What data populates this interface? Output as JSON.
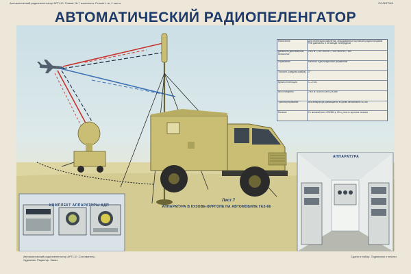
{
  "header": {
    "left_text": "Автоматический радиопеленгатор АРП-10. Плакат № 7 комплекта. Плакат 1 из 1 листа",
    "right_text": "ПОЛИГРАФ"
  },
  "title": "АВТОМАТИЧЕСКИЙ РАДИОПЕЛЕНГАТОР АРП-10",
  "spec_table": {
    "rows": [
      [
        "Назначение",
        "Для пеленгации самолётов, оборудованных бортовыми радиостанциями УКВ диапазона, и их вывода на аэродром"
      ],
      [
        "Дальность действия в км на высотах",
        "1000 м — 60; 3000 м — 100; 6000 м — 160"
      ],
      [
        "Управление",
        "Местное и дистанционное управление"
      ],
      [
        "Точность (средняя ошибка)",
        "2°"
      ],
      [
        "Время пеленгации",
        "1—2 сек"
      ],
      [
        "Вес и габариты",
        "7000 кг; 5400×2300×3200 мм"
      ],
      [
        "Транспортирование",
        "Вся аппаратура размещается в кузове автомобиля ГАЗ-66"
      ],
      [
        "Питание",
        "От внешней сети 220/380 в, 50 гц, или от агрегата питания"
      ]
    ]
  },
  "inset_components": {
    "label": "КОМПЛЕКТ АППАРАТУРЫ КДП"
  },
  "inset_equipment": {
    "label": "АППАРАТУРА"
  },
  "caption": {
    "number": "Лист 7",
    "text": "АППАРАТУРА В КУЗОВЕ-ФУРГОНЕ НА АВТОМОБИЛЕ ГАЗ-66"
  },
  "footer": {
    "left_text": "Автоматический радиопеленгатор АРП-10. Составитель. Художник. Редактор. Заказ.",
    "right_text": "Сдано в набор. Подписано к печати."
  },
  "colors": {
    "sky": "#cfe1e8",
    "ground": "#ddd6a2",
    "vehicle": "#c9be73",
    "title": "#1d3a6a",
    "signal_red": "#c8332e"
  }
}
